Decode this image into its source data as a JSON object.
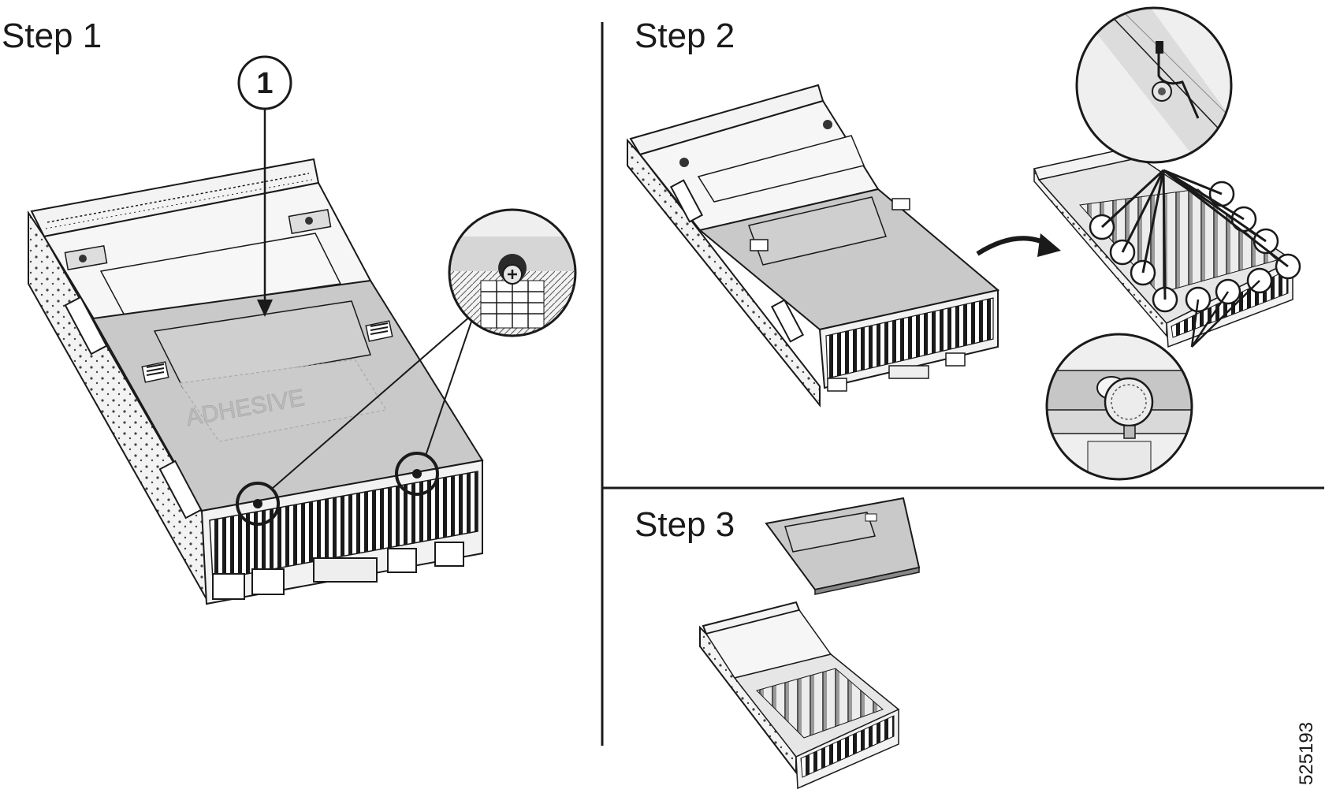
{
  "steps": {
    "step1_label": "Step 1",
    "step2_label": "Step 2",
    "step3_label": "Step 3"
  },
  "callout": {
    "number": "1"
  },
  "cover_marking": "ADHESIVE",
  "figure_id": "525193",
  "colors": {
    "line": "#1a1a1a",
    "cover_gray": "#c9c9c9",
    "cover_light": "#e2e2e2",
    "chassis": "#f3f3f3"
  }
}
